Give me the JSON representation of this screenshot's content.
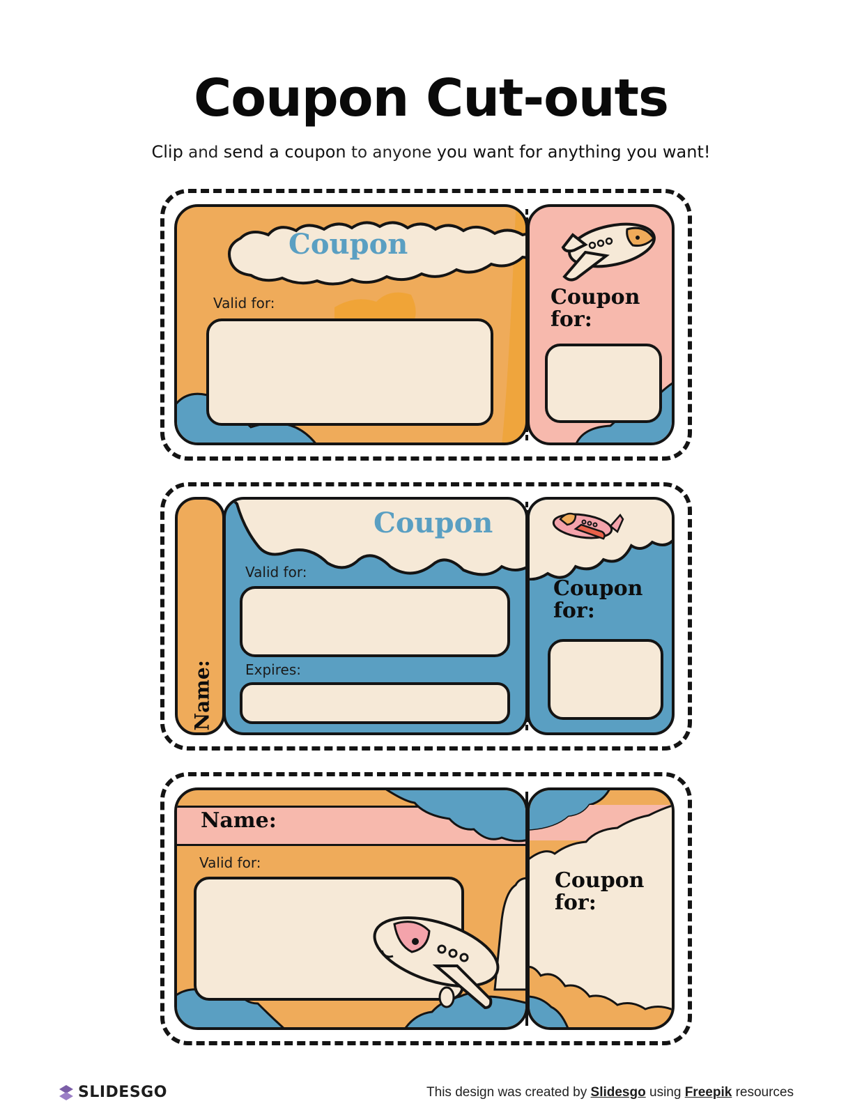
{
  "header": {
    "title": "Coupon Cut-outs",
    "subtitle_parts": [
      "Clip",
      " and ",
      "send a coupon",
      " to anyone ",
      "you want for anything you want!"
    ]
  },
  "colors": {
    "orange": "#efab5a",
    "deep_orange": "#f0a020",
    "blue": "#5a9fc2",
    "pink": "#f7b9ad",
    "cream": "#f6e9d7",
    "ink": "#141414"
  },
  "coupons": [
    {
      "heading": "Coupon",
      "valid_label": "Valid for:",
      "stub_title_line1": "Coupon",
      "stub_title_line2": "for:",
      "icon": "airplane-icon"
    },
    {
      "heading": "Coupon",
      "name_label": "Name:",
      "valid_label": "Valid for:",
      "expires_label": "Expires:",
      "stub_title_line1": "Coupon",
      "stub_title_line2": "for:",
      "icon": "airplane-icon"
    },
    {
      "name_label": "Name:",
      "valid_label": "Valid for:",
      "stub_title_line1": "Coupon",
      "stub_title_line2": "for:",
      "icon": "airplane-icon"
    }
  ],
  "footer": {
    "logo_text": "SLIDESGO",
    "credit_prefix": "This design was created by ",
    "credit_link1": "Slidesgo",
    "credit_middle": " using ",
    "credit_link2": "Freepik",
    "credit_suffix": " resources"
  }
}
